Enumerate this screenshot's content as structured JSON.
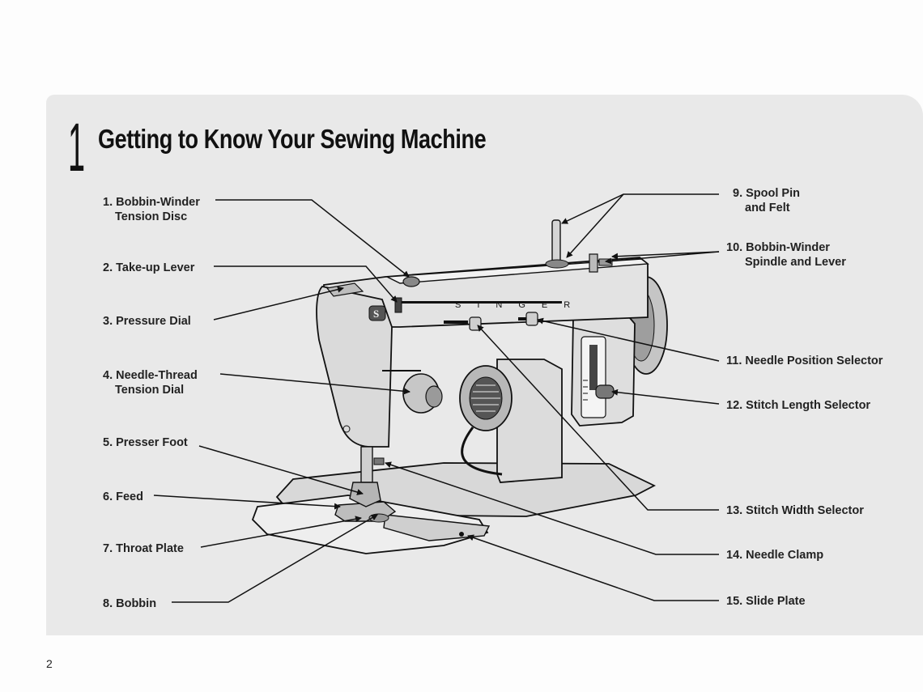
{
  "chapter": {
    "number": "1",
    "title": "Getting to Know Your Sewing Machine"
  },
  "labels": {
    "l1": {
      "line1": "1. Bobbin-Winder",
      "line2": "Tension Disc"
    },
    "l2": {
      "line1": "2. Take-up Lever"
    },
    "l3": {
      "line1": "3. Pressure Dial"
    },
    "l4": {
      "line1": "4. Needle-Thread",
      "line2": "Tension Dial"
    },
    "l5": {
      "line1": "5. Presser Foot"
    },
    "l6": {
      "line1": "6. Feed"
    },
    "l7": {
      "line1": "7. Throat Plate"
    },
    "l8": {
      "line1": "8. Bobbin"
    },
    "l9": {
      "line1": "9. Spool Pin",
      "line2": "and Felt"
    },
    "l10": {
      "line1": "10. Bobbin-Winder",
      "line2": "Spindle and Lever"
    },
    "l11": {
      "line1": "11. Needle Position Selector"
    },
    "l12": {
      "line1": "12. Stitch Length Selector"
    },
    "l13": {
      "line1": "13. Stitch Width Selector"
    },
    "l14": {
      "line1": "14. Needle Clamp"
    },
    "l15": {
      "line1": "15. Slide Plate"
    }
  },
  "machine_brand": "SINGER",
  "page_number": "2",
  "colors": {
    "panel": "#e9e9e9",
    "line": "#111111"
  }
}
